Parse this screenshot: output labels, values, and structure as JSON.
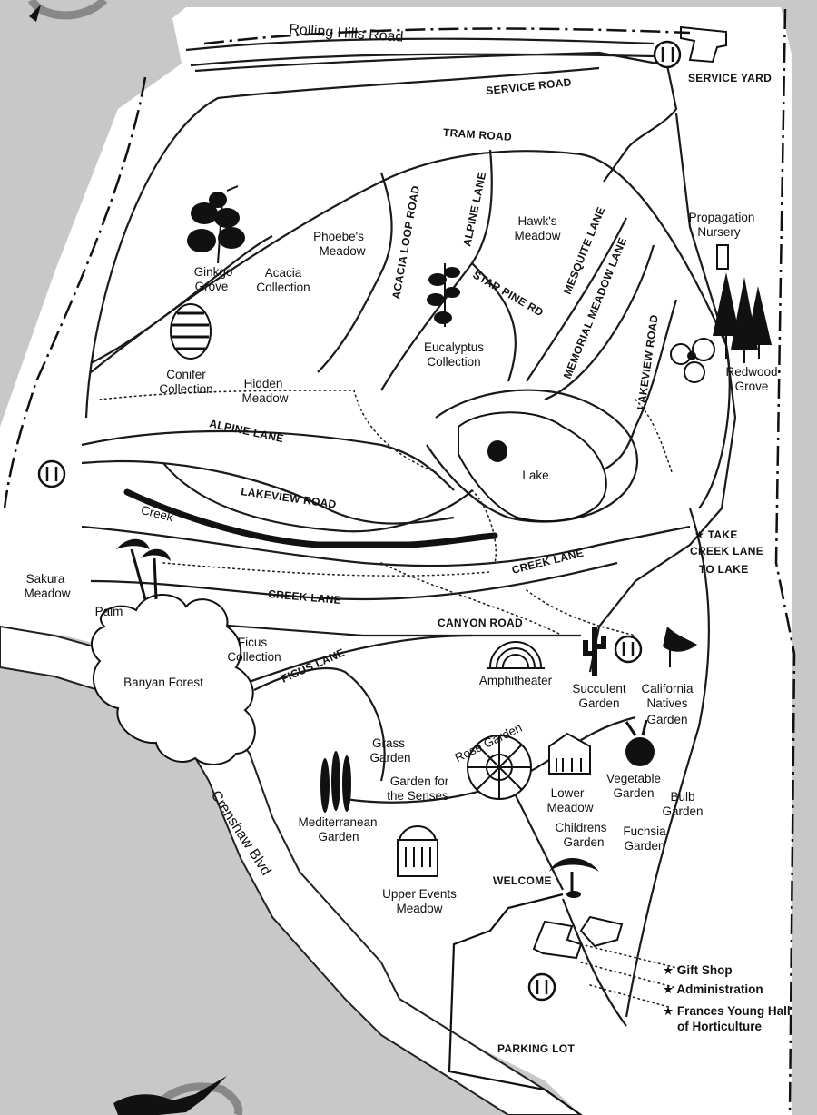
{
  "roads": {
    "rolling_hills": "Rolling Hills Road",
    "service": "SERVICE ROAD",
    "tram": "TRAM ROAD",
    "acacia_loop": "ACACIA LOOP ROAD",
    "alpine_lane_upper": "ALPINE LANE",
    "star_pine": "STAR PINE RD",
    "mesquite": "MESQUITE LANE",
    "memorial_meadow": "MEMORIAL MEADOW LANE",
    "lakeview_upper": "LAKEVIEW ROAD",
    "alpine_lane_lower": "ALPINE LANE",
    "lakeview_lower": "LAKEVIEW ROAD",
    "creek_lane_right": "CREEK LANE",
    "creek_lane_left": "CREEK LANE",
    "canyon": "CANYON ROAD",
    "ficus_lane": "FICUS LANE",
    "crenshaw": "Crenshaw Blvd"
  },
  "places": {
    "service_yard": "SERVICE YARD",
    "propagation_1": "Propagation",
    "propagation_2": "Nursery",
    "hawks_1": "Hawk's",
    "hawks_2": "Meadow",
    "phoebes_1": "Phoebe's",
    "phoebes_2": "Meadow",
    "ginkgo_1": "Ginkgo",
    "ginkgo_2": "Grove",
    "acacia_1": "Acacia",
    "acacia_2": "Collection",
    "conifer_1": "Conifer",
    "conifer_2": "Collection",
    "hidden_1": "Hidden",
    "hidden_2": "Meadow",
    "eucalyptus_1": "Eucalyptus",
    "eucalyptus_2": "Collection",
    "redwood_1": "Redwood",
    "redwood_2": "Grove",
    "lake": "Lake",
    "creek": "Creek",
    "take_1": "★ TAKE",
    "take_2": "CREEK LANE",
    "take_3": "TO LAKE",
    "sakura_1": "Sakura",
    "sakura_2": "Meadow",
    "palm": "Palm",
    "ficus_1": "Ficus",
    "ficus_2": "Collection",
    "banyan": "Banyan Forest",
    "amphitheater": "Amphitheater",
    "succulent_1": "Succulent",
    "succulent_2": "Garden",
    "california_1": "California",
    "california_2": "Natives",
    "california_3": "Garden",
    "grass_1": "Grass",
    "grass_2": "Garden",
    "rose_garden": "Rose Garden",
    "senses_1": "Garden for",
    "senses_2": "the Senses",
    "lower_meadow_1": "Lower",
    "lower_meadow_2": "Meadow",
    "vegetable_1": "Vegetable",
    "vegetable_2": "Garden",
    "bulb_1": "Bulb",
    "bulb_2": "Garden",
    "mediterranean_1": "Mediterranean",
    "mediterranean_2": "Garden",
    "childrens_1": "Childrens",
    "childrens_2": "Garden",
    "fuchsia_1": "Fuchsia",
    "fuchsia_2": "Garden",
    "welcome": "WELCOME",
    "upper_events_1": "Upper Events",
    "upper_events_2": "Meadow",
    "parking_lot": "PARKING LOT"
  },
  "key": {
    "gift_shop": "★ Gift Shop",
    "administration": "★ Administration",
    "frances_1": "★ Frances Young Hall",
    "frances_2": "of Horticulture"
  },
  "colors": {
    "outside": "#c8c8c8",
    "garden": "#ffffff",
    "ink": "#111111"
  }
}
